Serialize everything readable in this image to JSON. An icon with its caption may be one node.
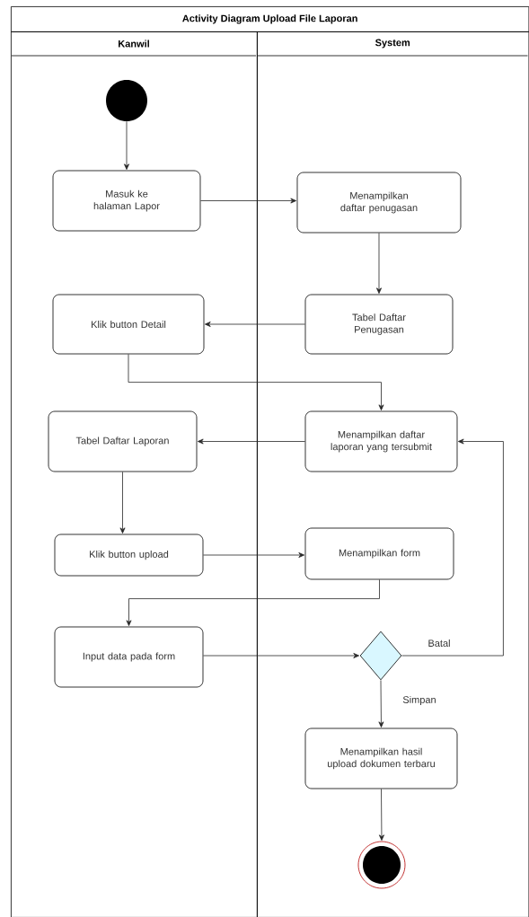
{
  "diagram": {
    "title": "Activity Diagram Upload File Laporan",
    "nodes": [
      {
        "text": [
          "Kanwil"
        ]
      },
      {
        "text": [
          "System"
        ]
      },
      {
        "text": [],
        "shape": "circle",
        "in": 0
      },
      {
        "text": [
          "Masuk ke halaman Lapor"
        ],
        "in": 0
      },
      {
        "text": [
          "Menampilkan daftar penugasan"
        ],
        "in": 1
      },
      {
        "text": [
          "Tabel Daftar Penugasan"
        ],
        "in": 1
      },
      {
        "text": [
          "Klik button Detail"
        ],
        "in": 0
      },
      {
        "text": [
          "Menampilkan daftar laporan yang tersubmit"
        ],
        "in": 1
      },
      {
        "text": [
          "Tabel Daftar Laporan"
        ],
        "in": 0
      },
      {
        "text": [
          "Klik button upload"
        ],
        "in": 0
      },
      {
        "text": [
          "Menampilkan form"
        ],
        "in": 1
      },
      {
        "text": [
          "Input data pada form"
        ],
        "in": 0
      },
      {
        "text": [],
        "shape": "diamond",
        "in": 1
      },
      {
        "text": [
          "Menampilkan hasil upload dokumen terbaru"
        ],
        "in": 1
      },
      {
        "text": [],
        "shape": "circle",
        "in": 1
      }
    ],
    "edges": [
      {
        "from": 2,
        "to": 3,
        "arrow": "to"
      },
      {
        "from": 3,
        "to": 4,
        "arrow": "to"
      },
      {
        "from": 4,
        "to": 5,
        "arrow": "to"
      },
      {
        "from": 5,
        "to": 6,
        "arrow": "to"
      },
      {
        "from": 6,
        "to": 7,
        "arrow": "to"
      },
      {
        "from": 7,
        "to": 8,
        "arrow": "to"
      },
      {
        "from": 8,
        "to": 9,
        "arrow": "to"
      },
      {
        "from": 9,
        "to": 10,
        "arrow": "to"
      },
      {
        "from": 10,
        "to": 11,
        "arrow": "to"
      },
      {
        "from": 11,
        "to": 12,
        "arrow": "to"
      },
      {
        "from": 12,
        "to": 7,
        "label": "Batal",
        "arrow": "to"
      },
      {
        "from": 12,
        "to": 13,
        "label": "Simpan",
        "arrow": "to"
      },
      {
        "from": 13,
        "to": 14,
        "arrow": "to"
      }
    ]
  }
}
